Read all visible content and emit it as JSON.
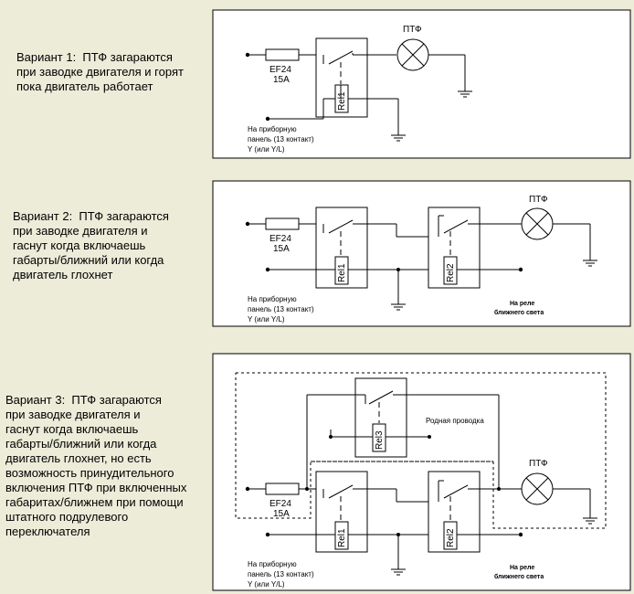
{
  "variants": [
    {
      "text": "Вариант 1:  ПТФ загараются\nпри заводке двигателя и горят\nпока двигатель работает"
    },
    {
      "text": "Вариант 2:  ПТФ загараются\nпри заводке двигателя и\nгаснут когда включаешь\nгабарты/ближний или когда\nдвигатель глохнет"
    },
    {
      "text": "Вариант 3:  ПТФ загараются\nпри заводке двигателя и\nгаснут когда включаешь\nгабарты/ближний или когда\nдвигатель глохнет, но есть\nвозможность принудительного\nвключения ПТФ при включенных\nгабаритах/ближнем при помощи\nштатного подрулевого\nпереключателя"
    }
  ],
  "labels": {
    "fuse_name": "EF24",
    "fuse_rating": "15A",
    "lamp": "ПТФ",
    "relay1": "Rel1",
    "relay2": "Rel2",
    "relay3": "Rel3",
    "dash_line1": "На приборную",
    "dash_line2": "панель (13 контакт)",
    "dash_line3": "Y     (или Y/L)",
    "lowbeam_line1": "На реле",
    "lowbeam_line2": "ближнего света",
    "native_wiring": "Родная проводка"
  },
  "colors": {
    "background": "#ececd9",
    "panel": "#ffffff",
    "line": "#000000"
  }
}
